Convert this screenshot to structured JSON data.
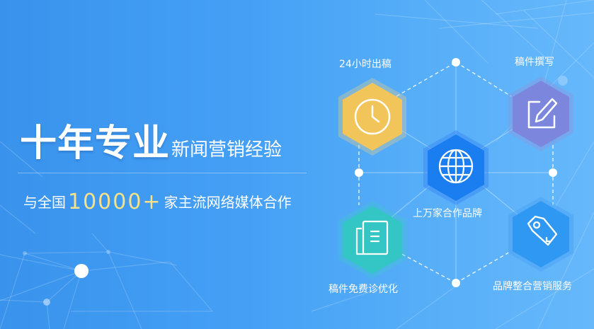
{
  "headline": {
    "big": "十年专业",
    "small": "新闻营销经验"
  },
  "subline": {
    "prefix": "与全国",
    "number": "10000+",
    "suffix": "家主流网络媒体合作"
  },
  "colors": {
    "background_start": "#3993ec",
    "background_end": "#66b8fb",
    "number_highlight": "#f9e08a",
    "hex_clock": "#f2c55a",
    "hex_edit": "#7b86dc",
    "hex_globe": "#1a7ef0",
    "hex_docs": "#33c6c4",
    "hex_tag": "#2f98f2"
  },
  "features": [
    {
      "label": "24小时出稿",
      "icon": "clock-icon"
    },
    {
      "label": "稿件撰写",
      "icon": "edit-icon"
    },
    {
      "label": "上万家合作品牌",
      "icon": "globe-icon"
    },
    {
      "label": "稿件免费诊优化",
      "icon": "document-icon"
    },
    {
      "label": "品牌整合营销服务",
      "icon": "tag-icon"
    }
  ]
}
